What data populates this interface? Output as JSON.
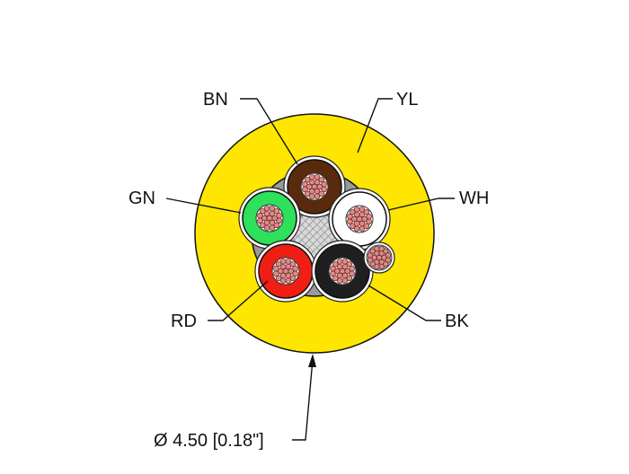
{
  "cable": {
    "jacket_color": "#FFE600",
    "jacket_label": "YL",
    "dimension_label": "Ø 4.50 [0.18\"]",
    "conductors": [
      {
        "label": "BN",
        "color": "#5A2A0C"
      },
      {
        "label": "WH",
        "color": "#FFFFFF"
      },
      {
        "label": "GN",
        "color": "#2EE05A"
      },
      {
        "label": "RD",
        "color": "#F01E14"
      },
      {
        "label": "BK",
        "color": "#1F1F1F"
      }
    ],
    "copper_color": "#E38A86",
    "drain_color": "#B0A6A2"
  }
}
